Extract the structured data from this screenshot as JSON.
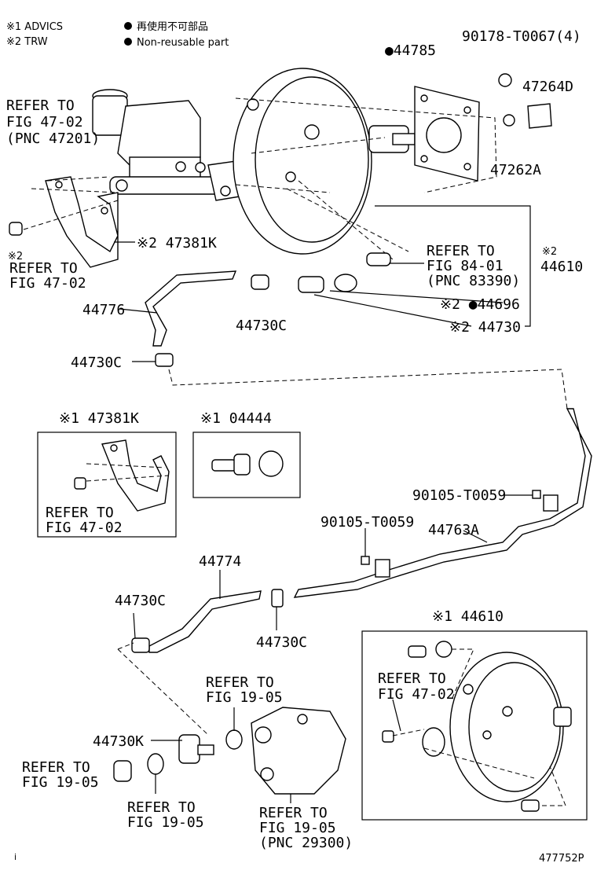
{
  "legend": {
    "note1": "※1 ADVICS",
    "note2": "※2 TRW",
    "bullet1": "再使用不可部品",
    "bullet2": "Non-reusable part"
  },
  "refs": {
    "r1_line1": "REFER TO",
    "r1_line2": "FIG 47-02",
    "r1_line3": "(PNC 47201)",
    "r2_mark": "※2",
    "r2_line1": "REFER TO",
    "r2_line2": "FIG 47-02",
    "r3_line1": "REFER TO",
    "r3_line2": "FIG 84-01",
    "r3_line3": "(PNC 83390)",
    "r4_line1": "REFER TO",
    "r4_line2": "FIG 47-02",
    "r5_line1": "REFER TO",
    "r5_line2": "FIG 47-02",
    "r6_line1": "REFER TO",
    "r6_line2": "FIG 19-05",
    "r7_line1": "REFER TO",
    "r7_line2": "FIG 19-05",
    "r8_line1": "REFER TO",
    "r8_line2": "FIG 19-05",
    "r9_line1": "REFER TO",
    "r9_line2": "FIG 19-05",
    "r9_line3": "(PNC 29300)"
  },
  "parts": {
    "p44785": "●44785",
    "p90178": "90178-T0067(4)",
    "p47264D": "47264D",
    "p47262A": "47262A",
    "p47381K": "※2 47381K",
    "p44610_top_mark": "※2",
    "p44610_top": "44610",
    "p44696": "※2 ●44696",
    "p44730": "※2 44730",
    "p44776": "44776",
    "p44730C_a": "44730C",
    "p44730C_b": "44730C",
    "p47381K_box": "※1 47381K",
    "p04444_box": "※1 04444",
    "p90105_a": "90105-T0059",
    "p90105_b": "90105-T0059",
    "p44763A": "44763A",
    "p44774": "44774",
    "p44730C_c": "44730C",
    "p44730C_d": "44730C",
    "p44610_box": "※1 44610",
    "p44730K": "44730K"
  },
  "footer": {
    "corner_mark": "i",
    "figure_id": "477752P"
  }
}
